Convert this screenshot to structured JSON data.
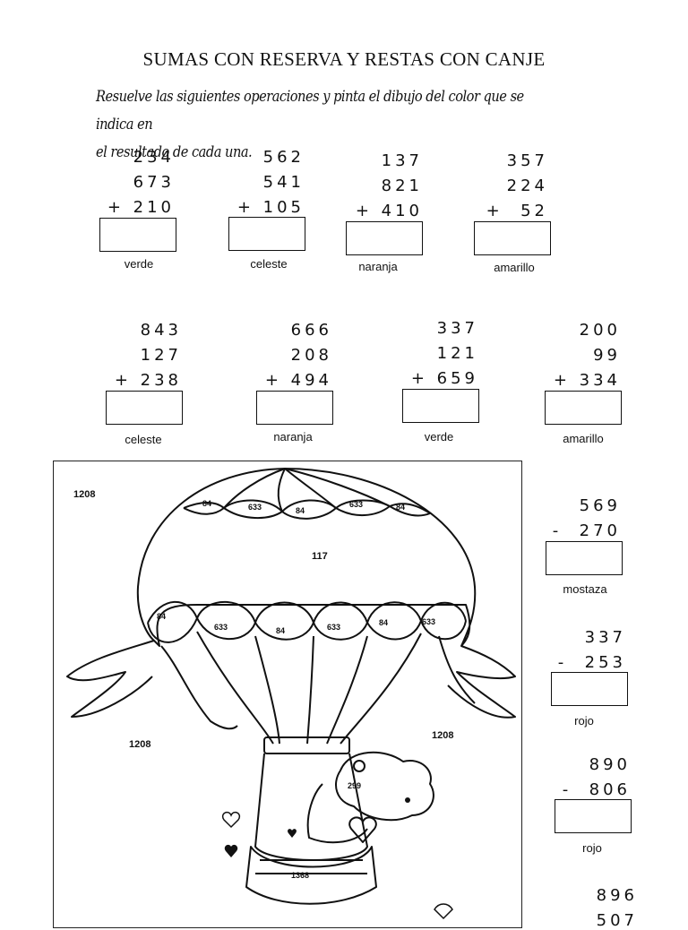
{
  "title": "SUMAS CON RESERVA Y RESTAS CON CANJE",
  "instructions": {
    "line1": "Resuelve las siguientes operaciones y  pinta el dibujo del color que se indica en",
    "line2": "el resultado de cada una."
  },
  "sums_row1": [
    {
      "lines": [
        "234",
        "673",
        "+ 210"
      ],
      "color": "verde"
    },
    {
      "lines": [
        "562",
        "541",
        "+ 105"
      ],
      "color": "celeste"
    },
    {
      "lines": [
        "137",
        "821",
        "+ 410"
      ],
      "color": "naranja"
    },
    {
      "lines": [
        "357",
        "224",
        "+  52"
      ],
      "color": "amarillo"
    }
  ],
  "sums_row2": [
    {
      "lines": [
        "843",
        "127",
        "+ 238"
      ],
      "color": "celeste"
    },
    {
      "lines": [
        "666",
        "208",
        "+ 494"
      ],
      "color": "naranja"
    },
    {
      "lines": [
        "337",
        "121",
        "+ 659"
      ],
      "color": "verde"
    },
    {
      "lines": [
        "200",
        "99",
        "+ 334"
      ],
      "color": "amarillo"
    }
  ],
  "subtractions": [
    {
      "lines": [
        "569",
        "-  270"
      ],
      "color": "mostaza"
    },
    {
      "lines": [
        "337",
        "-  253"
      ],
      "color": "rojo"
    },
    {
      "lines": [
        "890",
        "-  806"
      ],
      "color": "rojo"
    },
    {
      "lines": [
        "896",
        "507"
      ],
      "color": ""
    }
  ],
  "picture_numbers": {
    "n1208a": "1208",
    "n1208b": "1208",
    "n1208c": "1208",
    "n117": "117",
    "n299": "299",
    "n1368": "1368",
    "top_84a": "84",
    "top_633a": "633",
    "top_84b": "84",
    "top_633b": "633",
    "top_84c": "84",
    "mid_84a": "84",
    "mid_633a": "633",
    "mid_84b": "84",
    "mid_633b": "633",
    "mid_84c": "84",
    "mid_633c": "633"
  }
}
